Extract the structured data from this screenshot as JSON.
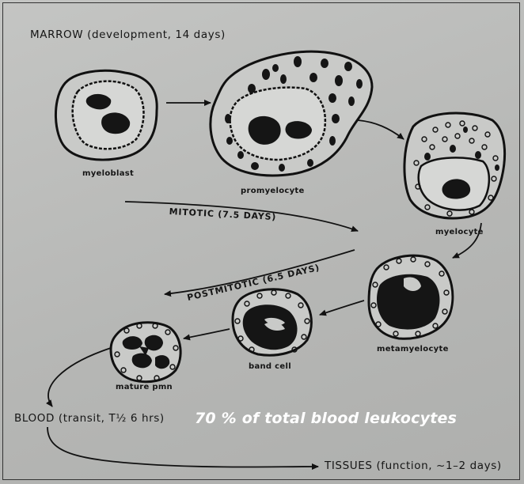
{
  "diagram": {
    "marrow_label": "MARROW (development, 14 days)",
    "cells": {
      "myeloblast": "myeloblast",
      "promyelocyte": "promyelocyte",
      "myelocyte": "myelocyte",
      "metamyelocyte": "metamyelocyte",
      "band_cell": "band cell",
      "mature_pmn": "mature pmn"
    },
    "mitotic_label": "MITOTIC (7.5 DAYS)",
    "postmitotic_label": "POSTMITOTIC (6.5 DAYS)",
    "blood_label": "BLOOD (transit, T½ 6 hrs)",
    "highlight": "70 % of total blood leukocytes",
    "tissues_label": "TISSUES (function, ~1–2 days)"
  }
}
